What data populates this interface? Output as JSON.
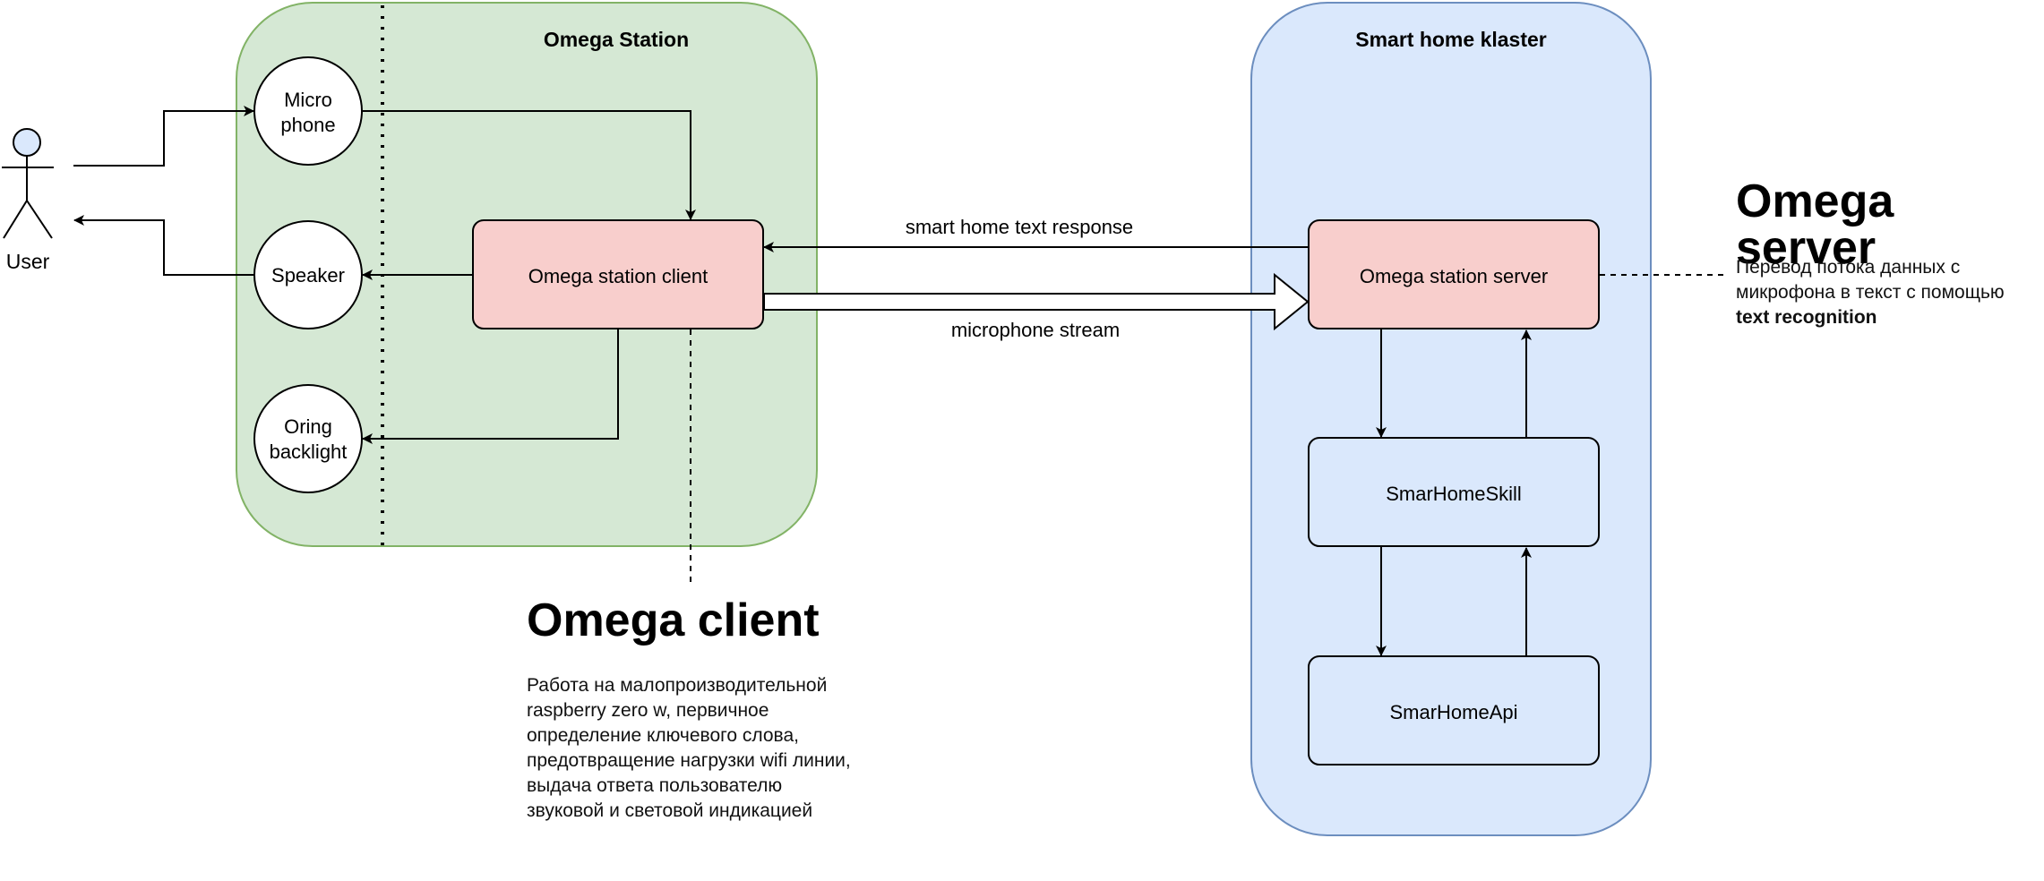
{
  "groups": {
    "omega_station": "Omega Station",
    "smart_home": "Smart home klaster"
  },
  "actor": {
    "user": "User"
  },
  "devices": {
    "microphone_line1": "Micro",
    "microphone_line2": "phone",
    "speaker": "Speaker",
    "backlight_line1": "Oring",
    "backlight_line2": "backlight"
  },
  "nodes": {
    "client": "Omega station client",
    "server": "Omega station server",
    "skill": "SmarHomeSkill",
    "api": "SmarHomeApi"
  },
  "edges": {
    "text_response": "smart home text response",
    "mic_stream": "microphone stream"
  },
  "notes": {
    "client_title": "Omega client",
    "client_desc": "Работа на малопроизводительной raspberry zero w, первичное определение ключевого слова, предотвращение нагрузки wifi линии, выдача ответа пользователю звуковой и световой индикацией",
    "server_title": "Omega server",
    "server_desc_prefix": "Перевод потока данных с микрофона в текст с помощью ",
    "server_desc_bold": "text recognition"
  },
  "colors": {
    "station_fill": "#d5e8d4",
    "station_stroke": "#82b366",
    "cluster_fill": "#dae8fc",
    "cluster_stroke": "#6c8ebf",
    "service_fill": "#f8cecc",
    "node_stroke": "#000000"
  }
}
